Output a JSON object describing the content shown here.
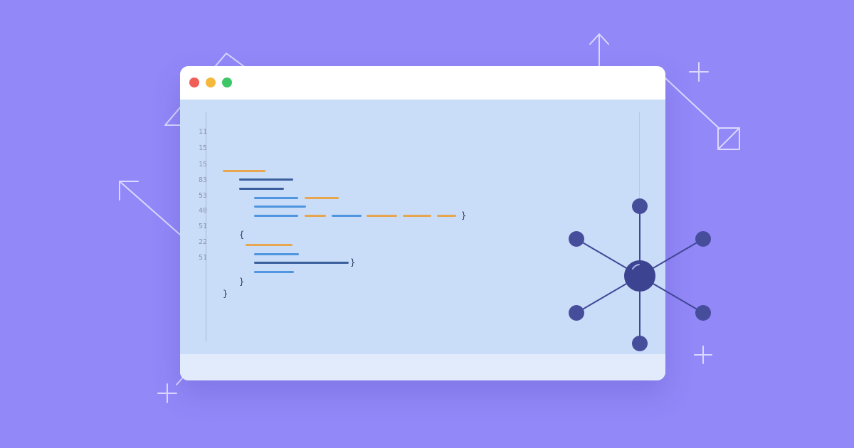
{
  "colors": {
    "background": "#9288f8",
    "window": "#ffffff",
    "editor": "#c9dcf8",
    "status_bar": "#e1ebfb",
    "code_orange": "#e7a64d",
    "code_blue": "#4f95df",
    "code_dark_blue": "#3b5f9c",
    "node": "#3f4796"
  },
  "window": {
    "controls": [
      "close-dot",
      "minimize-dot",
      "maximize-dot"
    ]
  },
  "editor": {
    "line_numbers": [
      "11",
      "15",
      "15",
      "83",
      "53",
      "40",
      "51",
      "22",
      "51"
    ],
    "braces": [
      "}",
      "{",
      "}",
      "}",
      "}"
    ]
  },
  "icons": [
    "plus-icon",
    "arrow-up-icon",
    "arrow-diagonal-icon",
    "diamond-outline-icon",
    "network-hub-icon"
  ]
}
